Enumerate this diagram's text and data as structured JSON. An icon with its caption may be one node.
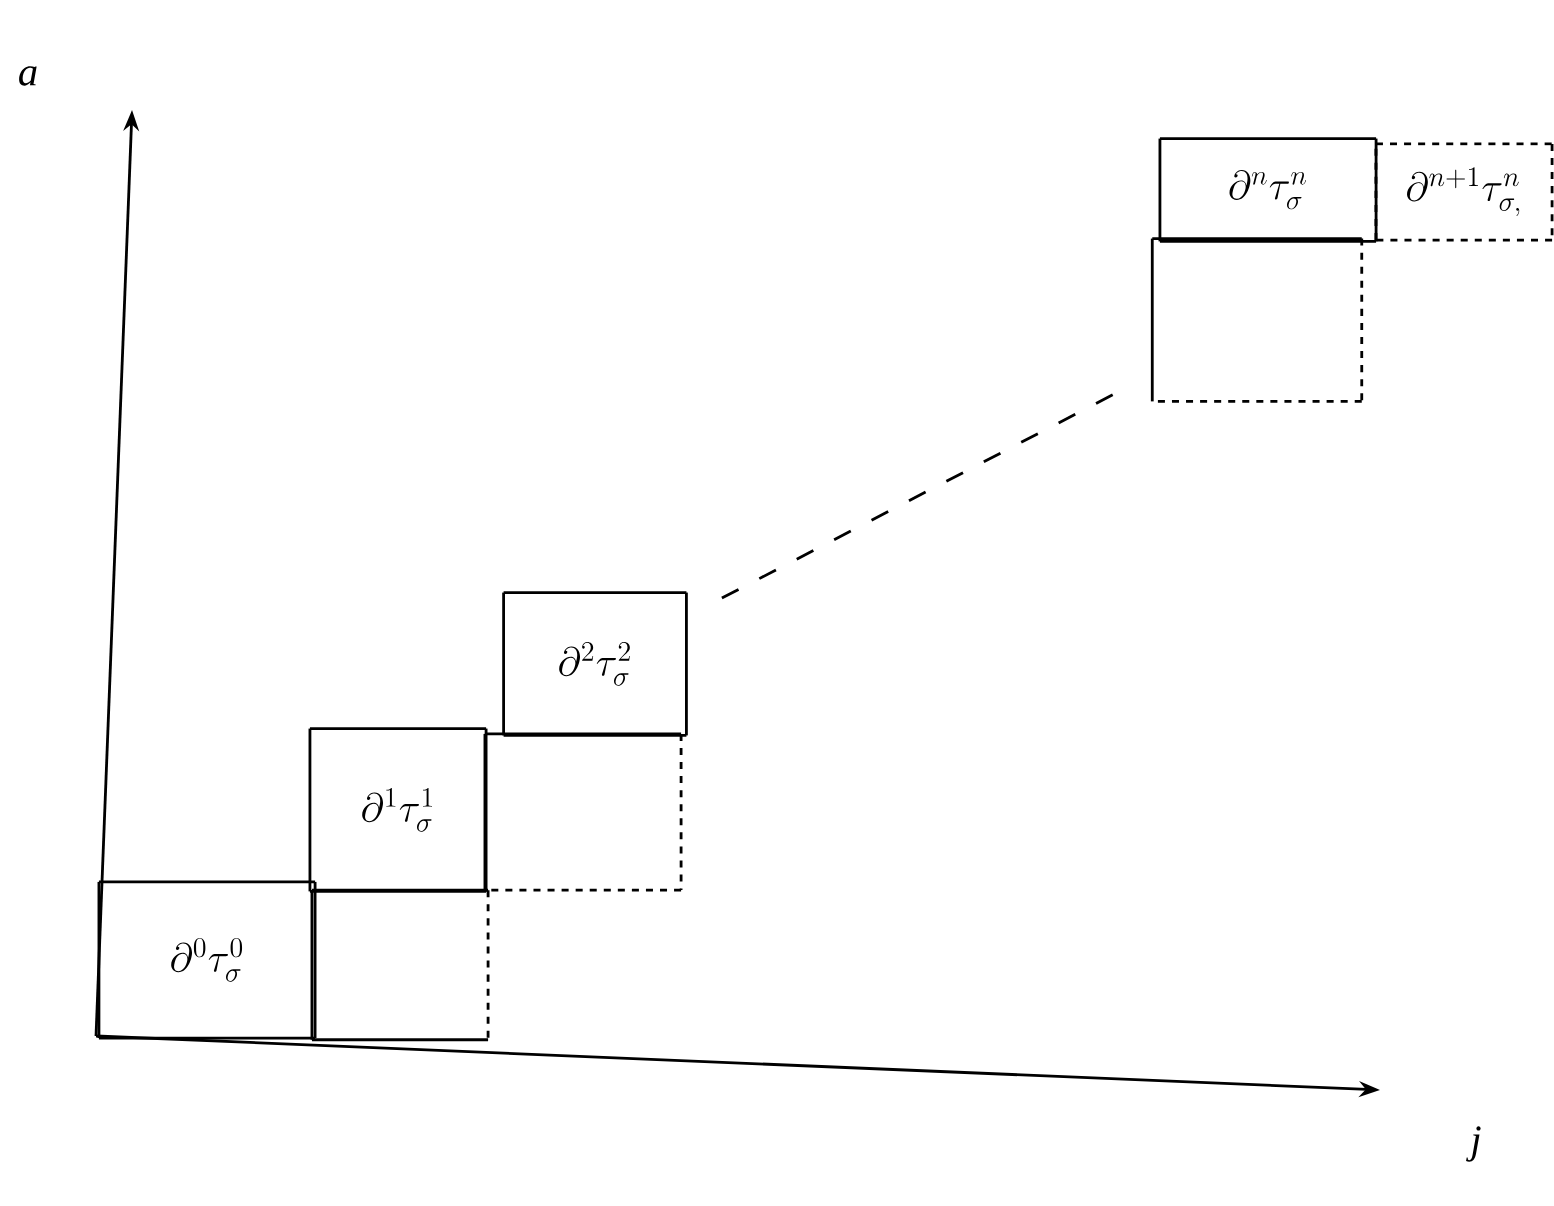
{
  "diagram": {
    "nodes": [
      {
        "text": [
          "\\partial^n\\tau^n_\\sigma"
        ]
      },
      {
        "text": [
          "\\partial^{n+1}\\tau^{n}_{\\sigma,}"
        ]
      },
      {
        "text": [],
        "shape": "box"
      },
      {
        "text": [
          "\\partial^2\\tau^2_\\sigma"
        ]
      },
      {
        "text": [
          "\\partial^1\\tau^1_\\sigma"
        ]
      },
      {
        "text": [],
        "shape": "box"
      },
      {
        "text": [
          "\\partial^0\\tau^0_\\sigma"
        ]
      },
      {
        "text": [],
        "shape": "box"
      }
    ],
    "edges": [
      {
        "from": 3,
        "to": 2,
        "arrow": "none",
        "style": "dashed"
      }
    ],
    "labels": [
      "a",
      "j"
    ]
  }
}
